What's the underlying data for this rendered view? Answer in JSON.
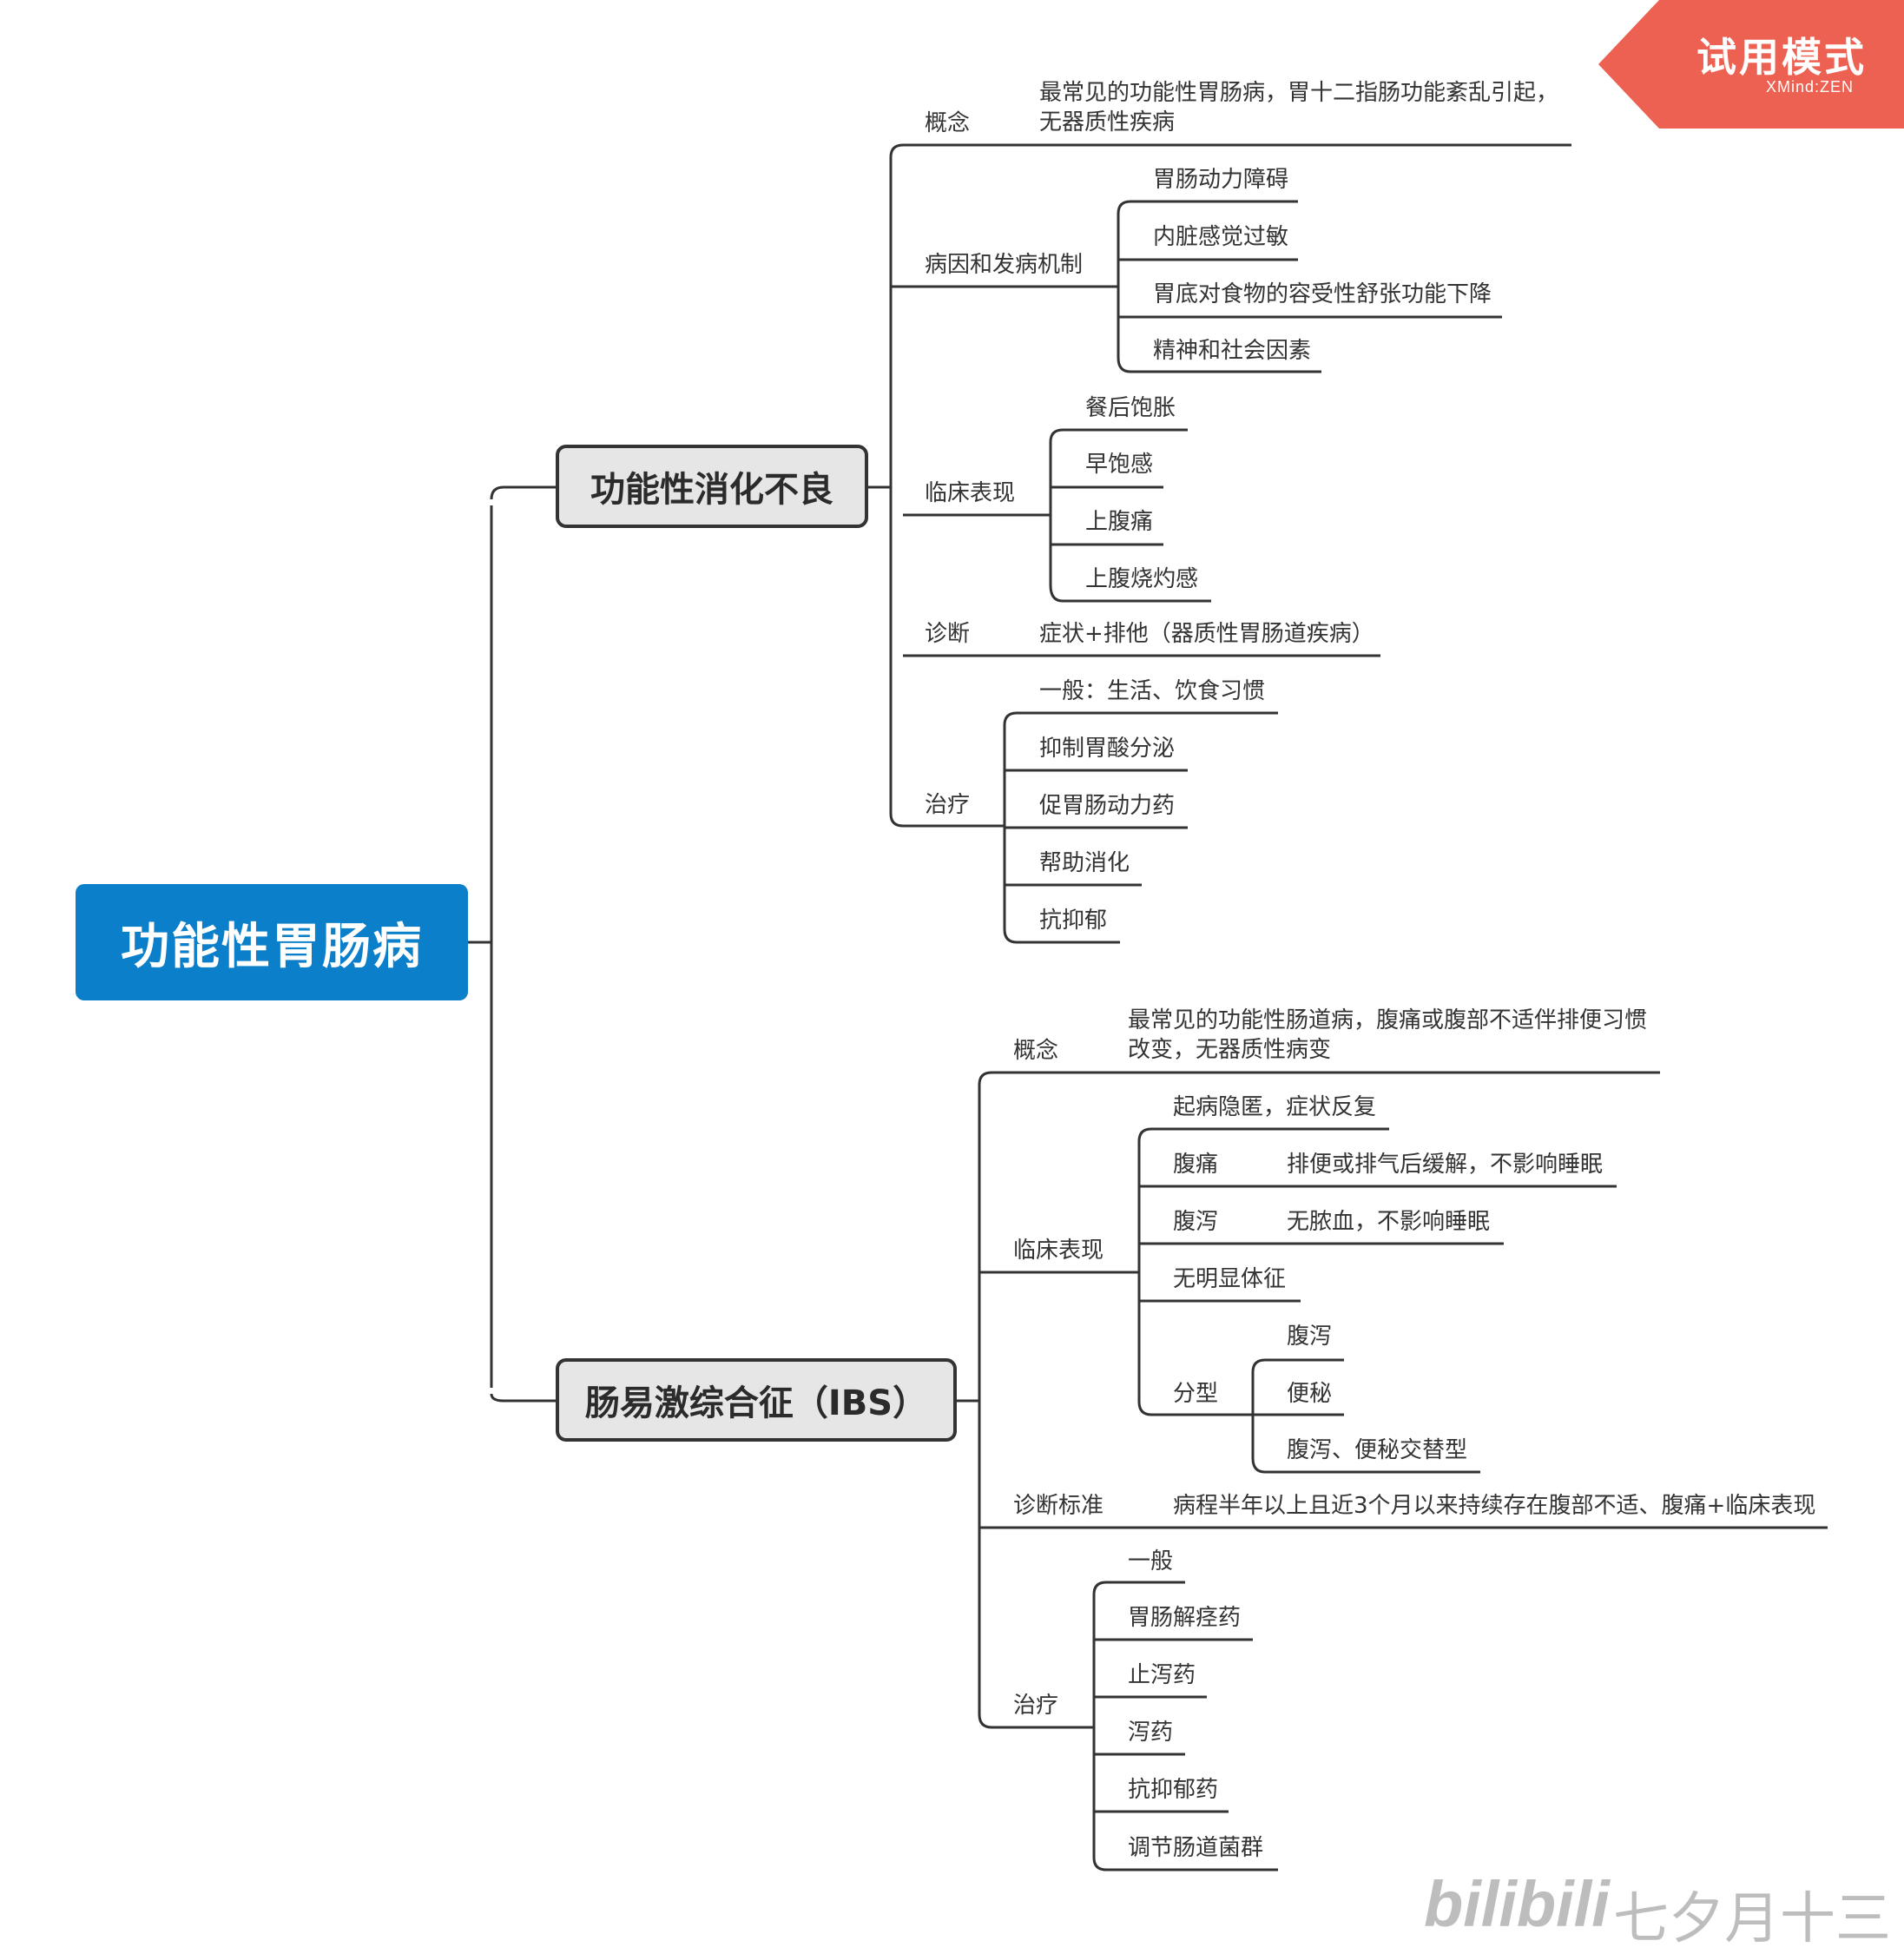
{
  "root": {
    "label": "功能性胃肠病"
  },
  "branch1": {
    "label": "功能性消化不良",
    "concept_label": "概念",
    "concept_text": "最常见的功能性胃肠病，胃十二指肠功能紊乱引起，无器质性疾病",
    "cause_label": "病因和发病机制",
    "causes": [
      "胃肠动力障碍",
      "内脏感觉过敏",
      "胃底对食物的容受性舒张功能下降",
      "精神和社会因素"
    ],
    "clinical_label": "临床表现",
    "clinical": [
      "餐后饱胀",
      "早饱感",
      "上腹痛",
      "上腹烧灼感"
    ],
    "diagnosis_label": "诊断",
    "diagnosis_text": "症状+排他（器质性胃肠道疾病）",
    "treatment_label": "治疗",
    "treatments": [
      "一般：生活、饮食习惯",
      "抑制胃酸分泌",
      "促胃肠动力药",
      "帮助消化",
      "抗抑郁"
    ]
  },
  "branch2": {
    "label": "肠易激综合征（IBS）",
    "concept_label": "概念",
    "concept_text": "最常见的功能性肠道病，腹痛或腹部不适伴排便习惯改变，无器质性病变",
    "clinical_label": "临床表现",
    "clinical_onset": "起病隐匿，症状反复",
    "pain_label": "腹痛",
    "pain_text": "排便或排气后缓解，不影响睡眠",
    "diarrhea_label": "腹泻",
    "diarrhea_text": "无脓血，不影响睡眠",
    "signs": "无明显体征",
    "type_label": "分型",
    "types": [
      "腹泻",
      "便秘",
      "腹泻、便秘交替型"
    ],
    "diagnosis_label": "诊断标准",
    "diagnosis_text": "病程半年以上且近3个月以来持续存在腹部不适、腹痛+临床表现",
    "treatment_label": "治疗",
    "treatments": [
      "一般",
      "胃肠解痉药",
      "止泻药",
      "泻药",
      "抗抑郁药",
      "调节肠道菌群"
    ]
  },
  "banner": {
    "title": "试用模式",
    "subtitle": "XMind:ZEN"
  },
  "watermark": {
    "logo": "bilibili",
    "author": "七夕月十三"
  },
  "colors": {
    "root": "#0b7fc9",
    "branch_fill": "#e6e6e6",
    "line": "#333333",
    "banner": "#ec6152"
  }
}
